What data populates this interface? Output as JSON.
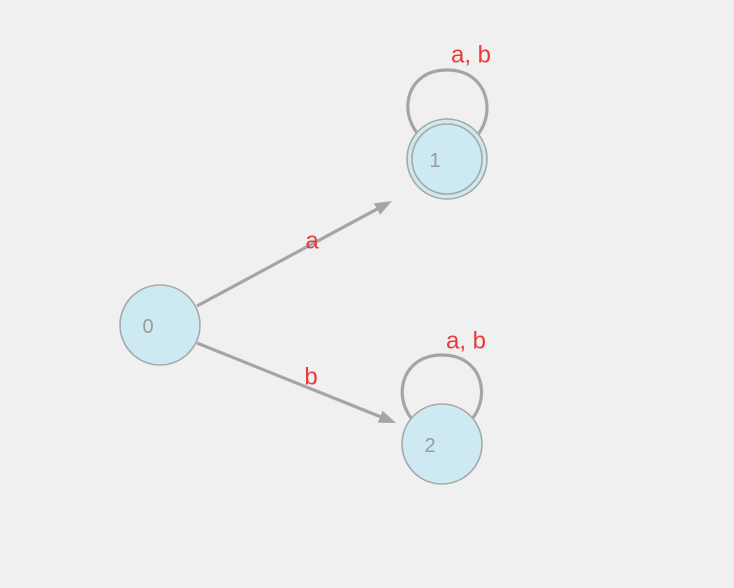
{
  "colors": {
    "background": "#f0f0f0",
    "state_fill": "#cdeaf2",
    "state_stroke": "#a8a8a8",
    "state_text": "#9a9a9a",
    "edge": "#a5a5a5",
    "edge_label": "#e83a3a"
  },
  "states": [
    {
      "id": "q0",
      "label": "0",
      "accepting": false
    },
    {
      "id": "q1",
      "label": "1",
      "accepting": true
    },
    {
      "id": "q2",
      "label": "2",
      "accepting": false
    }
  ],
  "transitions": [
    {
      "id": "t-0-1",
      "from": "q0",
      "to": "q1",
      "label": "a"
    },
    {
      "id": "t-0-2",
      "from": "q0",
      "to": "q2",
      "label": "b"
    },
    {
      "id": "t-1-1",
      "from": "q1",
      "to": "q1",
      "label": "a, b"
    },
    {
      "id": "t-2-2",
      "from": "q2",
      "to": "q2",
      "label": "a, b"
    }
  ]
}
